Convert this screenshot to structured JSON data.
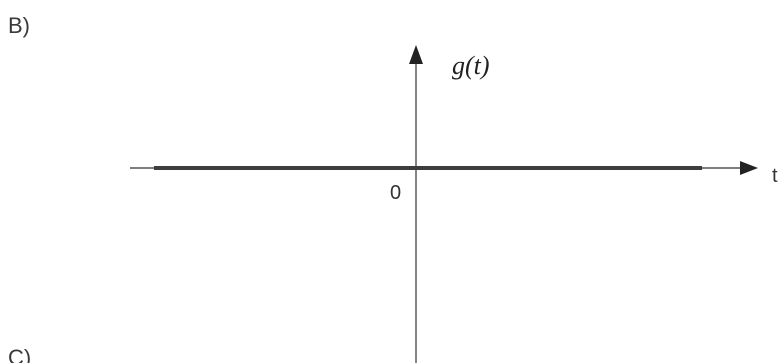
{
  "labels": {
    "part_b": "B)",
    "part_c": "C)"
  },
  "plot": {
    "y_axis_label": "g(t)",
    "x_axis_label": "t",
    "origin_label": "0",
    "function_value": 0,
    "colors": {
      "axis": "#333333",
      "signal": "#3d3d3d"
    }
  }
}
